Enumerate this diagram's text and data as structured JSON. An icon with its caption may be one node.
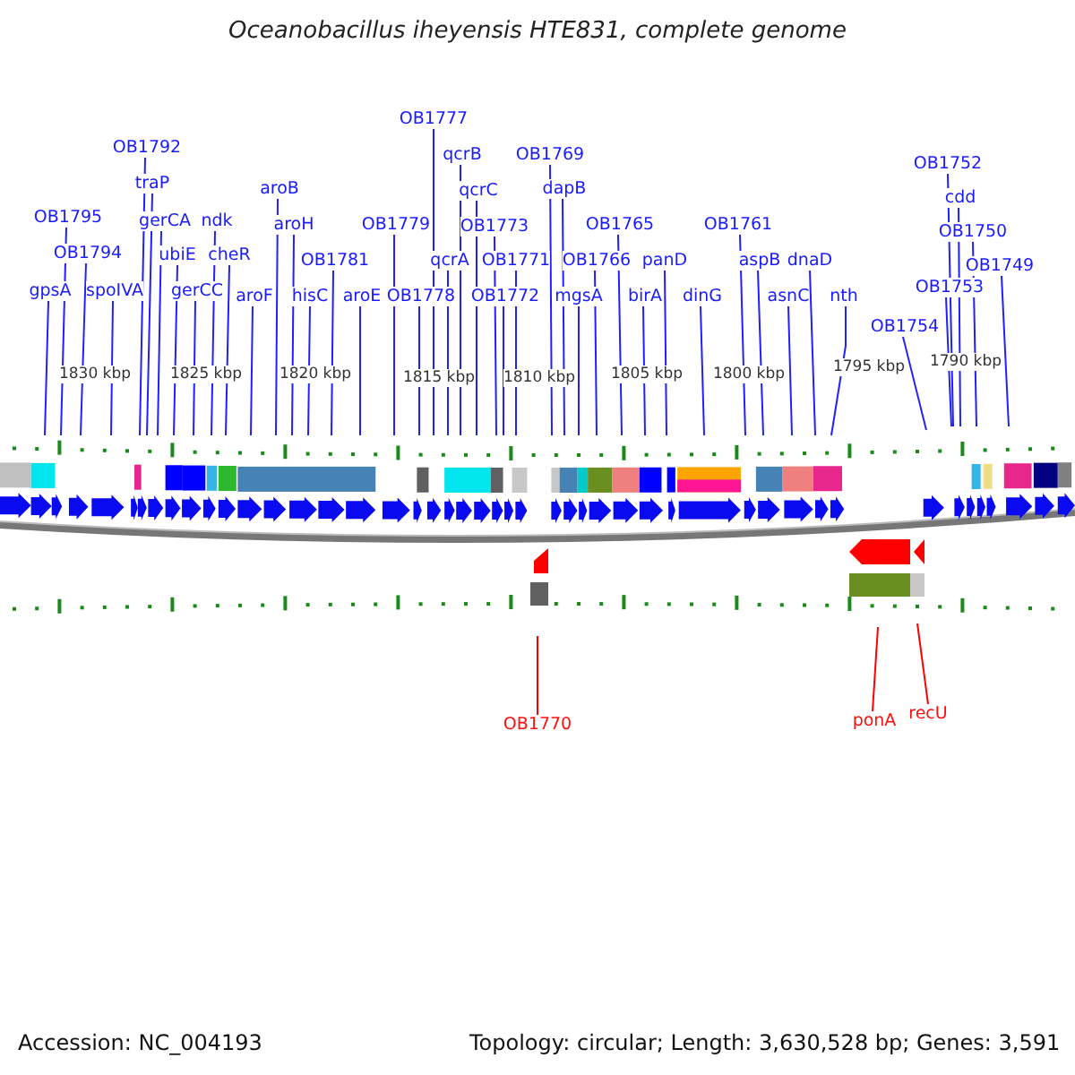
{
  "diagram": {
    "title": "Oceanobacillus iheyensis HTE831, complete genome",
    "nodes": [
      {
        "text": [
          "gpsA"
        ]
      },
      {
        "text": [
          "OB1795"
        ]
      },
      {
        "text": [
          "OB1794"
        ]
      },
      {
        "text": [
          "spoIVA"
        ]
      },
      {
        "text": [
          "OB1792"
        ]
      },
      {
        "text": [
          "traP"
        ]
      },
      {
        "text": [
          "gerCA"
        ]
      },
      {
        "text": [
          "ubiE"
        ]
      },
      {
        "text": [
          "gerCC"
        ]
      },
      {
        "text": [
          "ndk"
        ]
      },
      {
        "text": [
          "cheR"
        ]
      },
      {
        "text": [
          "aroF"
        ]
      },
      {
        "text": [
          "aroB"
        ]
      },
      {
        "text": [
          "aroH"
        ]
      },
      {
        "text": [
          "OB1781"
        ]
      },
      {
        "text": [
          "hisC"
        ]
      },
      {
        "text": [
          "aroE"
        ]
      },
      {
        "text": [
          "OB1779"
        ]
      },
      {
        "text": [
          "OB1777"
        ]
      },
      {
        "text": [
          "OB1778"
        ]
      },
      {
        "text": [
          "qcrA"
        ]
      },
      {
        "text": [
          "qcrB"
        ]
      },
      {
        "text": [
          "qcrC"
        ]
      },
      {
        "text": [
          "OB1773"
        ]
      },
      {
        "text": [
          "OB1771"
        ]
      },
      {
        "text": [
          "OB1772"
        ]
      },
      {
        "text": [
          "OB1769"
        ]
      },
      {
        "text": [
          "dapB"
        ]
      },
      {
        "text": [
          "OB1766"
        ]
      },
      {
        "text": [
          "mgsA"
        ]
      },
      {
        "text": [
          "OB1765"
        ]
      },
      {
        "text": [
          "panD"
        ]
      },
      {
        "text": [
          "birA"
        ]
      },
      {
        "text": [
          "dinG"
        ]
      },
      {
        "text": [
          "OB1761"
        ]
      },
      {
        "text": [
          "aspB"
        ]
      },
      {
        "text": [
          "asnC"
        ]
      },
      {
        "text": [
          "dnaD"
        ]
      },
      {
        "text": [
          "nth"
        ]
      },
      {
        "text": [
          "OB1754"
        ]
      },
      {
        "text": [
          "OB1752"
        ]
      },
      {
        "text": [
          "cdd"
        ]
      },
      {
        "text": [
          "OB1750"
        ]
      },
      {
        "text": [
          "OB1753"
        ]
      },
      {
        "text": [
          "OB1749"
        ]
      },
      {
        "text": [
          "OB1770"
        ]
      },
      {
        "text": [
          "ponA"
        ]
      },
      {
        "text": [
          "recU"
        ]
      }
    ],
    "edges": [
      {
        "from": 0,
        "to": null,
        "arrow": "none"
      },
      {
        "from": 1,
        "to": null,
        "arrow": "none"
      },
      {
        "from": 2,
        "to": null,
        "arrow": "none"
      },
      {
        "from": 3,
        "to": null,
        "arrow": "none"
      },
      {
        "from": 4,
        "to": null,
        "arrow": "none"
      },
      {
        "from": 5,
        "to": null,
        "arrow": "none"
      },
      {
        "from": 6,
        "to": null,
        "arrow": "none"
      },
      {
        "from": 7,
        "to": null,
        "arrow": "none"
      },
      {
        "from": 8,
        "to": null,
        "arrow": "none"
      },
      {
        "from": 9,
        "to": null,
        "arrow": "none"
      },
      {
        "from": 10,
        "to": null,
        "arrow": "none"
      },
      {
        "from": 11,
        "to": null,
        "arrow": "none"
      },
      {
        "from": 12,
        "to": null,
        "arrow": "none"
      },
      {
        "from": 13,
        "to": null,
        "arrow": "none"
      },
      {
        "from": 14,
        "to": null,
        "arrow": "none"
      },
      {
        "from": 15,
        "to": null,
        "arrow": "none"
      },
      {
        "from": 16,
        "to": null,
        "arrow": "none"
      },
      {
        "from": 17,
        "to": null,
        "arrow": "none"
      },
      {
        "from": 18,
        "to": null,
        "arrow": "none"
      },
      {
        "from": 19,
        "to": null,
        "arrow": "none"
      },
      {
        "from": 20,
        "to": null,
        "arrow": "none"
      },
      {
        "from": 21,
        "to": null,
        "arrow": "none"
      },
      {
        "from": 22,
        "to": null,
        "arrow": "none"
      },
      {
        "from": 23,
        "to": null,
        "arrow": "none"
      },
      {
        "from": 24,
        "to": null,
        "arrow": "none"
      },
      {
        "from": 25,
        "to": null,
        "arrow": "none"
      },
      {
        "from": 26,
        "to": null,
        "arrow": "none"
      },
      {
        "from": 27,
        "to": null,
        "arrow": "none"
      },
      {
        "from": 28,
        "to": null,
        "arrow": "none"
      },
      {
        "from": 29,
        "to": null,
        "arrow": "none"
      },
      {
        "from": 30,
        "to": null,
        "arrow": "none"
      },
      {
        "from": 31,
        "to": null,
        "arrow": "none"
      },
      {
        "from": 32,
        "to": null,
        "arrow": "none"
      },
      {
        "from": 33,
        "to": null,
        "arrow": "none"
      },
      {
        "from": 34,
        "to": null,
        "arrow": "none"
      },
      {
        "from": 35,
        "to": null,
        "arrow": "none"
      },
      {
        "from": 36,
        "to": null,
        "arrow": "none"
      },
      {
        "from": 37,
        "to": null,
        "arrow": "none"
      },
      {
        "from": 38,
        "to": null,
        "arrow": "none"
      },
      {
        "from": 39,
        "to": null,
        "arrow": "none"
      },
      {
        "from": 40,
        "to": null,
        "arrow": "none"
      },
      {
        "from": 41,
        "to": null,
        "arrow": "none"
      },
      {
        "from": 42,
        "to": null,
        "arrow": "none"
      },
      {
        "from": 43,
        "to": null,
        "arrow": "none"
      },
      {
        "from": 44,
        "to": null,
        "arrow": "none"
      },
      {
        "from": 45,
        "to": null,
        "arrow": "none",
        "color": "#ff0000"
      },
      {
        "from": 46,
        "to": null,
        "arrow": "none",
        "color": "#ff0000"
      },
      {
        "from": 47,
        "to": null,
        "arrow": "none",
        "color": "#ff0000"
      }
    ],
    "labels": [
      "1830 kbp",
      "1825 kbp",
      "1820 kbp",
      "1815 kbp",
      "1810 kbp",
      "1805 kbp",
      "1800 kbp",
      "1795 kbp",
      "1790 kbp",
      "Accession: NC_004193",
      "Topology: circular; Length: 3,630,528 bp; Genes: 3,591"
    ]
  }
}
